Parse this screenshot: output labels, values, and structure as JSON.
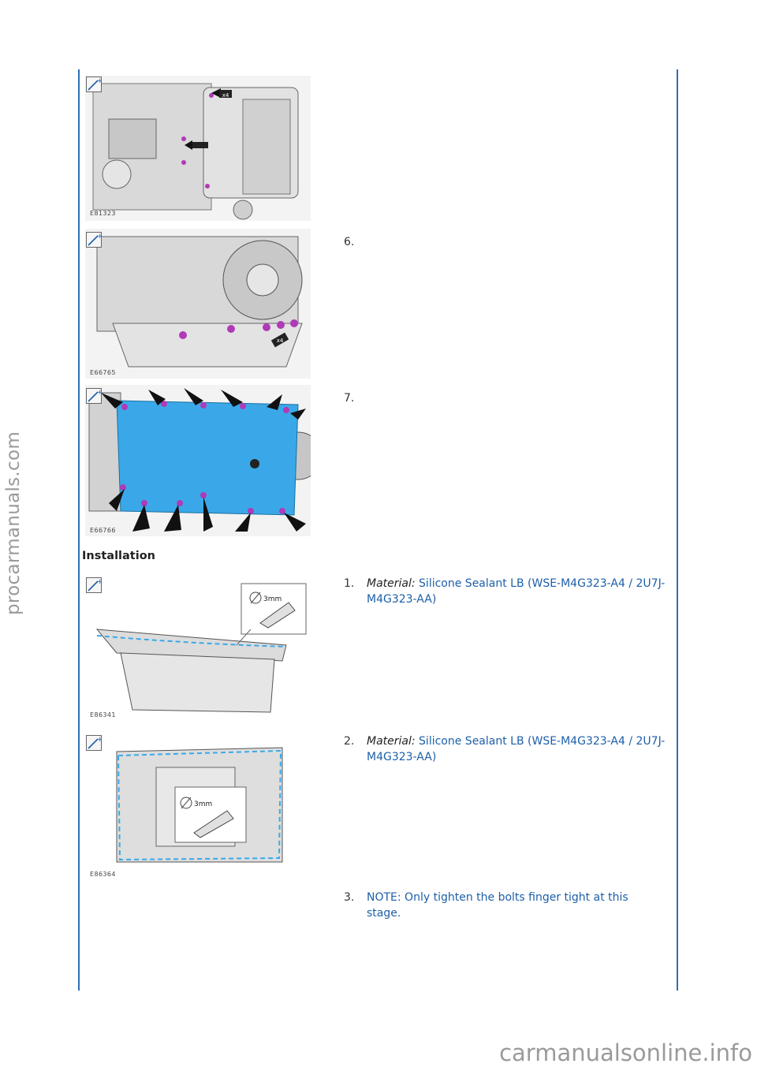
{
  "figures": [
    {
      "code": "E81323"
    },
    {
      "code": "E66765"
    },
    {
      "code": "E66766"
    },
    {
      "code": "E86341",
      "callout": "3mm"
    },
    {
      "code": "E86364",
      "callout": "3mm"
    }
  ],
  "fig_annotations": {
    "x4_a": "x4",
    "x4_b": "x4"
  },
  "steps_top": [
    {
      "num": "6."
    },
    {
      "num": "7."
    }
  ],
  "section_heading": "Installation",
  "steps_install": [
    {
      "num": "1.",
      "label": "Material:",
      "text": "Silicone Sealant LB (WSE-M4G323-A4 / 2U7J-M4G323-AA)"
    },
    {
      "num": "2.",
      "label": "Material:",
      "text": "Silicone Sealant LB (WSE-M4G323-A4 / 2U7J-M4G323-AA)"
    },
    {
      "num": "3.",
      "text": "NOTE: Only tighten the bolts finger tight at this stage."
    }
  ],
  "watermarks": {
    "side": "procarmanuals.com",
    "bottom": "carmanualsonline.info"
  },
  "colors": {
    "rule": "#2f6db5",
    "link_text": "#1d5fa8",
    "sealant_blue": "#3aa8e8",
    "bolt_magenta": "#b03ab8"
  }
}
